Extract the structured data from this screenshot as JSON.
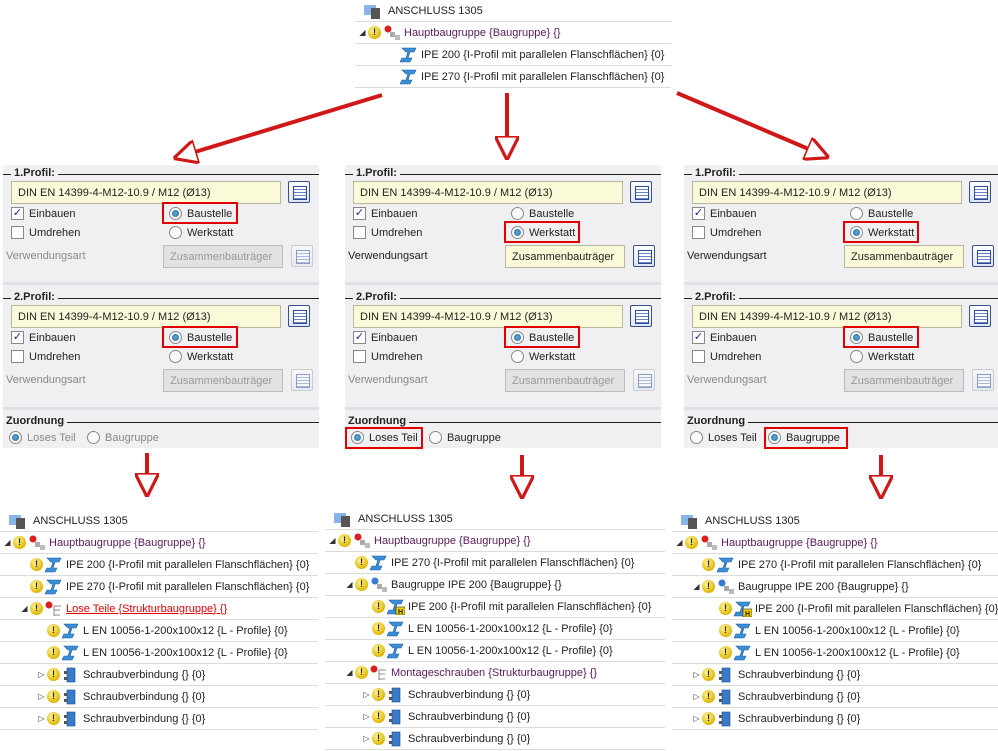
{
  "top_tree": {
    "title": "ANSCHLUSS 1305",
    "rows": [
      {
        "level": 0,
        "exp": "open",
        "warn": true,
        "icon": "baugruppe-red",
        "text": "Hauptbaugruppe {Baugruppe} {}",
        "style": "purple"
      },
      {
        "level": 1,
        "exp": "",
        "warn": false,
        "icon": "profile",
        "text": "IPE 200 {I-Profil mit parallelen Flanschflächen} {0}",
        "style": ""
      },
      {
        "level": 1,
        "exp": "",
        "warn": false,
        "icon": "profile",
        "text": "IPE 270 {I-Profil mit parallelen Flanschflächen} {0}",
        "style": ""
      }
    ]
  },
  "panels": [
    {
      "profil1": {
        "label": "1.Profil:",
        "value": "DIN EN 14399-4-M12-10.9 / M12 (Ø13)",
        "einbauen": "Einbauen",
        "einbauen_checked": true,
        "umdrehen": "Umdrehen",
        "umdrehen_checked": false,
        "baustelle": "Baustelle",
        "werkstatt": "Werkstatt",
        "selected": "baustelle",
        "verwendungsart": "Verwendungsart",
        "verwendung_value": "Zusammenbauträger",
        "verwendung_enabled": false
      },
      "profil2": {
        "label": "2.Profil:",
        "value": "DIN EN 14399-4-M12-10.9 / M12 (Ø13)",
        "einbauen": "Einbauen",
        "einbauen_checked": true,
        "umdrehen": "Umdrehen",
        "umdrehen_checked": false,
        "baustelle": "Baustelle",
        "werkstatt": "Werkstatt",
        "selected": "baustelle",
        "verwendungsart": "Verwendungsart",
        "verwendung_value": "Zusammenbauträger",
        "verwendung_enabled": false
      },
      "zuordnung": {
        "label": "Zuordnung",
        "loses_teil": "Loses Teil",
        "baugruppe": "Baugruppe",
        "selected": "loses_teil",
        "enabled": false,
        "highlight": ""
      }
    },
    {
      "profil1": {
        "label": "1.Profil:",
        "value": "DIN EN 14399-4-M12-10.9 / M12 (Ø13)",
        "einbauen": "Einbauen",
        "einbauen_checked": true,
        "umdrehen": "Umdrehen",
        "umdrehen_checked": false,
        "baustelle": "Baustelle",
        "werkstatt": "Werkstatt",
        "selected": "werkstatt",
        "verwendungsart": "Verwendungsart",
        "verwendung_value": "Zusammenbauträger",
        "verwendung_enabled": true
      },
      "profil2": {
        "label": "2.Profil:",
        "value": "DIN EN 14399-4-M12-10.9 / M12 (Ø13)",
        "einbauen": "Einbauen",
        "einbauen_checked": true,
        "umdrehen": "Umdrehen",
        "umdrehen_checked": false,
        "baustelle": "Baustelle",
        "werkstatt": "Werkstatt",
        "selected": "baustelle",
        "verwendungsart": "Verwendungsart",
        "verwendung_value": "Zusammenbauträger",
        "verwendung_enabled": false
      },
      "zuordnung": {
        "label": "Zuordnung",
        "loses_teil": "Loses Teil",
        "baugruppe": "Baugruppe",
        "selected": "loses_teil",
        "enabled": true,
        "highlight": "loses_teil"
      }
    },
    {
      "profil1": {
        "label": "1.Profil:",
        "value": "DIN EN 14399-4-M12-10.9 / M12 (Ø13)",
        "einbauen": "Einbauen",
        "einbauen_checked": true,
        "umdrehen": "Umdrehen",
        "umdrehen_checked": false,
        "baustelle": "Baustelle",
        "werkstatt": "Werkstatt",
        "selected": "werkstatt",
        "verwendungsart": "Verwendungsart",
        "verwendung_value": "Zusammenbauträger",
        "verwendung_enabled": true
      },
      "profil2": {
        "label": "2.Profil:",
        "value": "DIN EN 14399-4-M12-10.9 / M12 (Ø13)",
        "einbauen": "Einbauen",
        "einbauen_checked": true,
        "umdrehen": "Umdrehen",
        "umdrehen_checked": false,
        "baustelle": "Baustelle",
        "werkstatt": "Werkstatt",
        "selected": "baustelle",
        "verwendungsart": "Verwendungsart",
        "verwendung_value": "Zusammenbauträger",
        "verwendung_enabled": false
      },
      "zuordnung": {
        "label": "Zuordnung",
        "loses_teil": "Loses Teil",
        "baugruppe": "Baugruppe",
        "selected": "baugruppe",
        "enabled": true,
        "highlight": "baugruppe"
      }
    }
  ],
  "result_trees": [
    {
      "title": "ANSCHLUSS 1305",
      "rows": [
        {
          "level": 0,
          "exp": "open",
          "warn": true,
          "icon": "baugruppe-red",
          "text": "Hauptbaugruppe {Baugruppe} {}",
          "style": "purple"
        },
        {
          "level": 1,
          "exp": "",
          "warn": true,
          "icon": "profile",
          "text": "IPE 200 {I-Profil mit parallelen Flanschflächen} {0}",
          "style": ""
        },
        {
          "level": 1,
          "exp": "",
          "warn": true,
          "icon": "profile",
          "text": "IPE 270 {I-Profil mit parallelen Flanschflächen} {0}",
          "style": ""
        },
        {
          "level": 1,
          "exp": "open",
          "warn": true,
          "icon": "struktur",
          "text": "Lose Teile {Strukturbaugruppe} {}",
          "style": "red"
        },
        {
          "level": 2,
          "exp": "",
          "warn": true,
          "icon": "profile",
          "text": "L EN 10056-1-200x100x12 {L - Profile} {0}",
          "style": ""
        },
        {
          "level": 2,
          "exp": "",
          "warn": true,
          "icon": "profile",
          "text": "L EN 10056-1-200x100x12 {L - Profile} {0}",
          "style": ""
        },
        {
          "level": 2,
          "exp": "closed",
          "warn": true,
          "icon": "schraube",
          "text": "Schraubverbindung {} {0}",
          "style": ""
        },
        {
          "level": 2,
          "exp": "closed",
          "warn": true,
          "icon": "schraube",
          "text": "Schraubverbindung {} {0}",
          "style": ""
        },
        {
          "level": 2,
          "exp": "closed",
          "warn": true,
          "icon": "schraube",
          "text": "Schraubverbindung {} {0}",
          "style": ""
        }
      ]
    },
    {
      "title": "ANSCHLUSS 1305",
      "rows": [
        {
          "level": 0,
          "exp": "open",
          "warn": true,
          "icon": "baugruppe-red",
          "text": "Hauptbaugruppe {Baugruppe} {}",
          "style": "purple"
        },
        {
          "level": 1,
          "exp": "",
          "warn": true,
          "icon": "profile",
          "text": "IPE 270 {I-Profil mit parallelen Flanschflächen} {0}",
          "style": ""
        },
        {
          "level": 1,
          "exp": "open",
          "warn": true,
          "icon": "baugruppe-blue",
          "text": "Baugruppe IPE 200 {Baugruppe} {}",
          "style": ""
        },
        {
          "level": 2,
          "exp": "",
          "warn": true,
          "icon": "profile-h",
          "text": "IPE 200 {I-Profil mit parallelen Flanschflächen} {0}",
          "style": ""
        },
        {
          "level": 2,
          "exp": "",
          "warn": true,
          "icon": "profile",
          "text": "L EN 10056-1-200x100x12 {L - Profile} {0}",
          "style": ""
        },
        {
          "level": 2,
          "exp": "",
          "warn": true,
          "icon": "profile",
          "text": "L EN 10056-1-200x100x12 {L - Profile} {0}",
          "style": ""
        },
        {
          "level": 1,
          "exp": "open",
          "warn": true,
          "icon": "struktur",
          "text": "Montageschrauben {Strukturbaugruppe} {}",
          "style": "purple"
        },
        {
          "level": 2,
          "exp": "closed",
          "warn": true,
          "icon": "schraube",
          "text": "Schraubverbindung {} {0}",
          "style": ""
        },
        {
          "level": 2,
          "exp": "closed",
          "warn": true,
          "icon": "schraube",
          "text": "Schraubverbindung {} {0}",
          "style": ""
        },
        {
          "level": 2,
          "exp": "closed",
          "warn": true,
          "icon": "schraube",
          "text": "Schraubverbindung {} {0}",
          "style": ""
        }
      ]
    },
    {
      "title": "ANSCHLUSS 1305",
      "rows": [
        {
          "level": 0,
          "exp": "open",
          "warn": true,
          "icon": "baugruppe-red",
          "text": "Hauptbaugruppe {Baugruppe} {}",
          "style": "purple"
        },
        {
          "level": 1,
          "exp": "",
          "warn": true,
          "icon": "profile",
          "text": "IPE 270 {I-Profil mit parallelen Flanschflächen} {0}",
          "style": ""
        },
        {
          "level": 1,
          "exp": "open",
          "warn": true,
          "icon": "baugruppe-blue",
          "text": "Baugruppe IPE 200 {Baugruppe} {}",
          "style": ""
        },
        {
          "level": 2,
          "exp": "",
          "warn": true,
          "icon": "profile-h",
          "text": "IPE 200 {I-Profil mit parallelen Flanschflächen} {0}",
          "style": ""
        },
        {
          "level": 2,
          "exp": "",
          "warn": true,
          "icon": "profile",
          "text": "L EN 10056-1-200x100x12 {L - Profile} {0}",
          "style": ""
        },
        {
          "level": 2,
          "exp": "",
          "warn": true,
          "icon": "profile",
          "text": "L EN 10056-1-200x100x12 {L - Profile} {0}",
          "style": ""
        },
        {
          "level": 1,
          "exp": "closed",
          "warn": true,
          "icon": "schraube",
          "text": "Schraubverbindung {} {0}",
          "style": ""
        },
        {
          "level": 1,
          "exp": "closed",
          "warn": true,
          "icon": "schraube",
          "text": "Schraubverbindung {} {0}",
          "style": ""
        },
        {
          "level": 1,
          "exp": "closed",
          "warn": true,
          "icon": "schraube",
          "text": "Schraubverbindung {} {0}",
          "style": ""
        }
      ]
    }
  ],
  "colors": {
    "arrow": "#d01818",
    "highlight": "#e00000",
    "purple_text": "#5a1a5a",
    "input_bg": "#fbfad8"
  }
}
